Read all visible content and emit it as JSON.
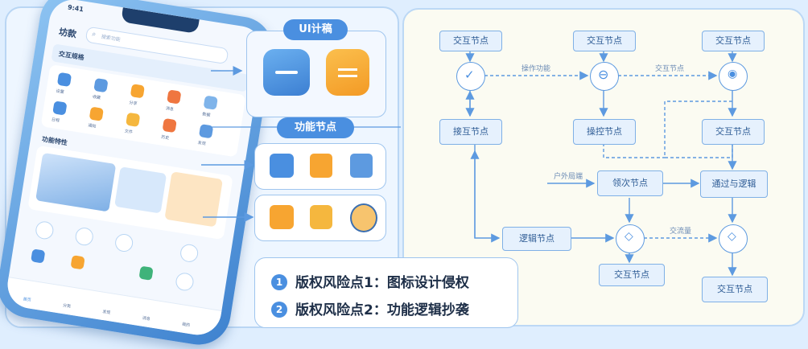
{
  "phone": {
    "time": "9:41",
    "brand": "坊款",
    "search_placeholder": "搜索功能",
    "section1_title": "交互规格",
    "grid_labels": [
      "设置",
      "收藏",
      "分享",
      "消息",
      "数据",
      "日程",
      "通知",
      "文件",
      "历史",
      "发现"
    ],
    "section2_title": "功能特性",
    "tab_labels": [
      "首页",
      "分类",
      "发现",
      "消息",
      "我的"
    ]
  },
  "titles": {
    "ui_design": "UI计稿",
    "function_nodes": "功能节点"
  },
  "flow": {
    "top_nodes": [
      "交互节点",
      "交互节点",
      "交互节点"
    ],
    "edge_labels": [
      "操作功能",
      "交互节点",
      "户外局端",
      "交流量"
    ],
    "node_left_mid": "接互节点",
    "node_center_mid": "操控节点",
    "node_right_mid": "交互节点",
    "node_center_lower": "领次节点",
    "node_right_lower": "通过与逻辑",
    "node_left_bottom": "逻辑节点",
    "node_center_bottom": "交互节点",
    "node_right_bottom": "交互节点"
  },
  "legend": {
    "item1_num": "1",
    "item1_text": "版权风险点1：图标设计侵权",
    "item2_num": "2",
    "item2_text": "版权风险点2：功能逻辑抄袭"
  },
  "colors": {
    "accent": "#4a8fe0",
    "orange": "#f7a531",
    "line": "#5d9ae0"
  }
}
